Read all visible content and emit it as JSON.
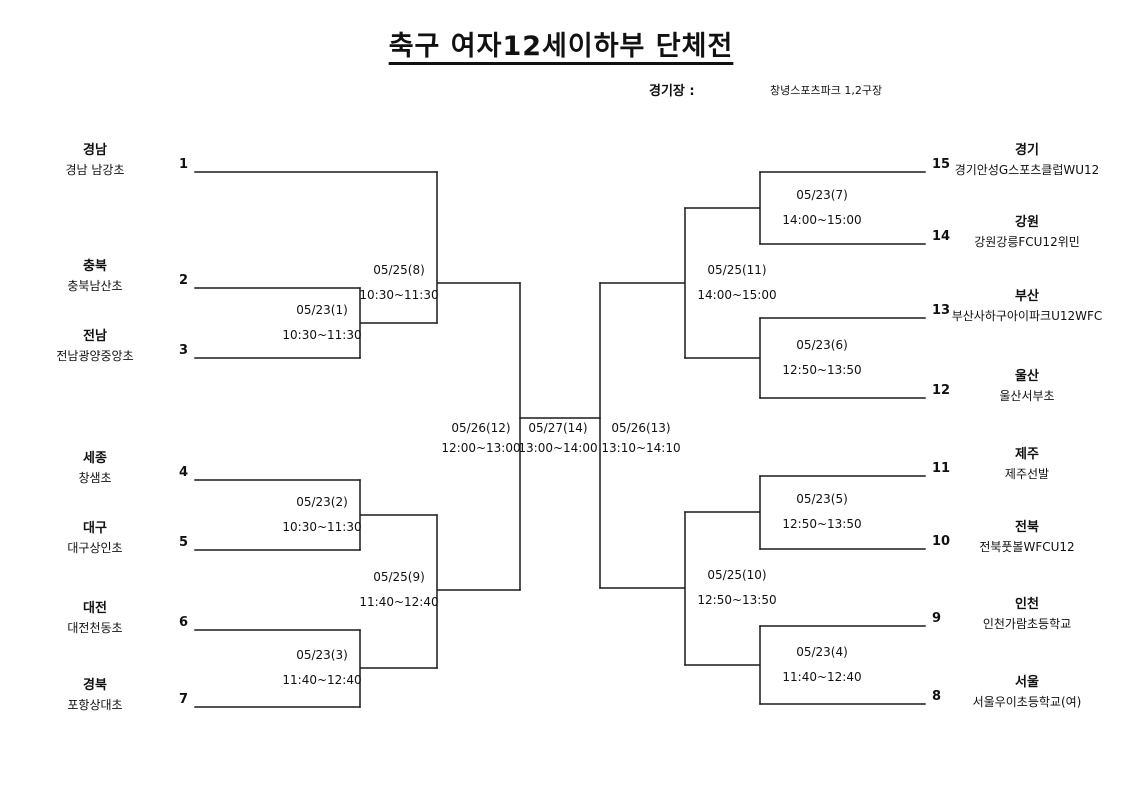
{
  "title": "축구 여자12세이하부 단체전",
  "venue": {
    "label": "경기장 :",
    "value": "창녕스포츠파크 1,2구장"
  },
  "colors": {
    "line": "#1a1a1a",
    "text": "#111111",
    "background": "#ffffff"
  },
  "teams": [
    {
      "seed": "1",
      "region": "경남",
      "name": "경남 남강초"
    },
    {
      "seed": "2",
      "region": "충북",
      "name": "충북남산초"
    },
    {
      "seed": "3",
      "region": "전남",
      "name": "전남광양중앙초"
    },
    {
      "seed": "4",
      "region": "세종",
      "name": "창샘초"
    },
    {
      "seed": "5",
      "region": "대구",
      "name": "대구상인초"
    },
    {
      "seed": "6",
      "region": "대전",
      "name": "대전천동초"
    },
    {
      "seed": "7",
      "region": "경북",
      "name": "포항상대초"
    },
    {
      "seed": "8",
      "region": "서울",
      "name": "서울우이초등학교(여)"
    },
    {
      "seed": "9",
      "region": "인천",
      "name": "인천가람초등학교"
    },
    {
      "seed": "10",
      "region": "전북",
      "name": "전북풋볼WFCU12"
    },
    {
      "seed": "11",
      "region": "제주",
      "name": "제주선발"
    },
    {
      "seed": "12",
      "region": "울산",
      "name": "울산서부초"
    },
    {
      "seed": "13",
      "region": "부산",
      "name": "부산사하구아이파크U12WFC"
    },
    {
      "seed": "14",
      "region": "강원",
      "name": "강원강릉FCU12위민"
    },
    {
      "seed": "15",
      "region": "경기",
      "name": "경기안성G스포츠클럽WU12"
    }
  ],
  "matches": [
    {
      "no": 1,
      "label": "05/23(1)",
      "time": "10:30~11:30"
    },
    {
      "no": 2,
      "label": "05/23(2)",
      "time": "10:30~11:30"
    },
    {
      "no": 3,
      "label": "05/23(3)",
      "time": "11:40~12:40"
    },
    {
      "no": 4,
      "label": "05/23(4)",
      "time": "11:40~12:40"
    },
    {
      "no": 5,
      "label": "05/23(5)",
      "time": "12:50~13:50"
    },
    {
      "no": 6,
      "label": "05/23(6)",
      "time": "12:50~13:50"
    },
    {
      "no": 7,
      "label": "05/23(7)",
      "time": "14:00~15:00"
    },
    {
      "no": 8,
      "label": "05/25(8)",
      "time": "10:30~11:30"
    },
    {
      "no": 9,
      "label": "05/25(9)",
      "time": "11:40~12:40"
    },
    {
      "no": 10,
      "label": "05/25(10)",
      "time": "12:50~13:50"
    },
    {
      "no": 11,
      "label": "05/25(11)",
      "time": "14:00~15:00"
    },
    {
      "no": 12,
      "label": "05/26(12)",
      "time": "12:00~13:00"
    },
    {
      "no": 13,
      "label": "05/26(13)",
      "time": "13:10~14:10"
    },
    {
      "no": 14,
      "label": "05/27(14)",
      "time": "13:00~14:00"
    }
  ]
}
